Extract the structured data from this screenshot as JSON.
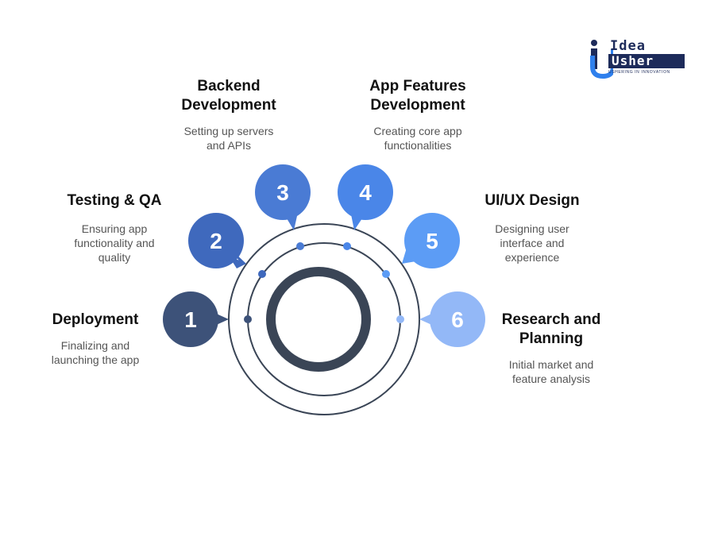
{
  "logo": {
    "idea": "Idea",
    "usher": "Usher",
    "tagline": "USHERING IN INNOVATION"
  },
  "colors": {
    "ring": "#3a4556",
    "step1": "#3d5279",
    "step2": "#3f69bd",
    "step3": "#4a7bd4",
    "step4": "#4a86e8",
    "step5": "#5c9cf5",
    "step6": "#93b8f7"
  },
  "steps": [
    {
      "number": "1",
      "title": "Deployment",
      "title_line2": "",
      "desc_line1": "Finalizing and",
      "desc_line2": "launching the app",
      "desc_line3": ""
    },
    {
      "number": "2",
      "title": "Testing & QA",
      "title_line2": "",
      "desc_line1": "Ensuring app",
      "desc_line2": "functionality and",
      "desc_line3": "quality"
    },
    {
      "number": "3",
      "title": "Backend",
      "title_line2": "Development",
      "desc_line1": "Setting up servers",
      "desc_line2": "and APIs",
      "desc_line3": ""
    },
    {
      "number": "4",
      "title": "App Features",
      "title_line2": "Development",
      "desc_line1": "Creating core app",
      "desc_line2": "functionalities",
      "desc_line3": ""
    },
    {
      "number": "5",
      "title": "UI/UX Design",
      "title_line2": "",
      "desc_line1": "Designing user",
      "desc_line2": "interface and",
      "desc_line3": "experience"
    },
    {
      "number": "6",
      "title": "Research and",
      "title_line2": "Planning",
      "desc_line1": "Initial market and",
      "desc_line2": "feature analysis",
      "desc_line3": ""
    }
  ]
}
